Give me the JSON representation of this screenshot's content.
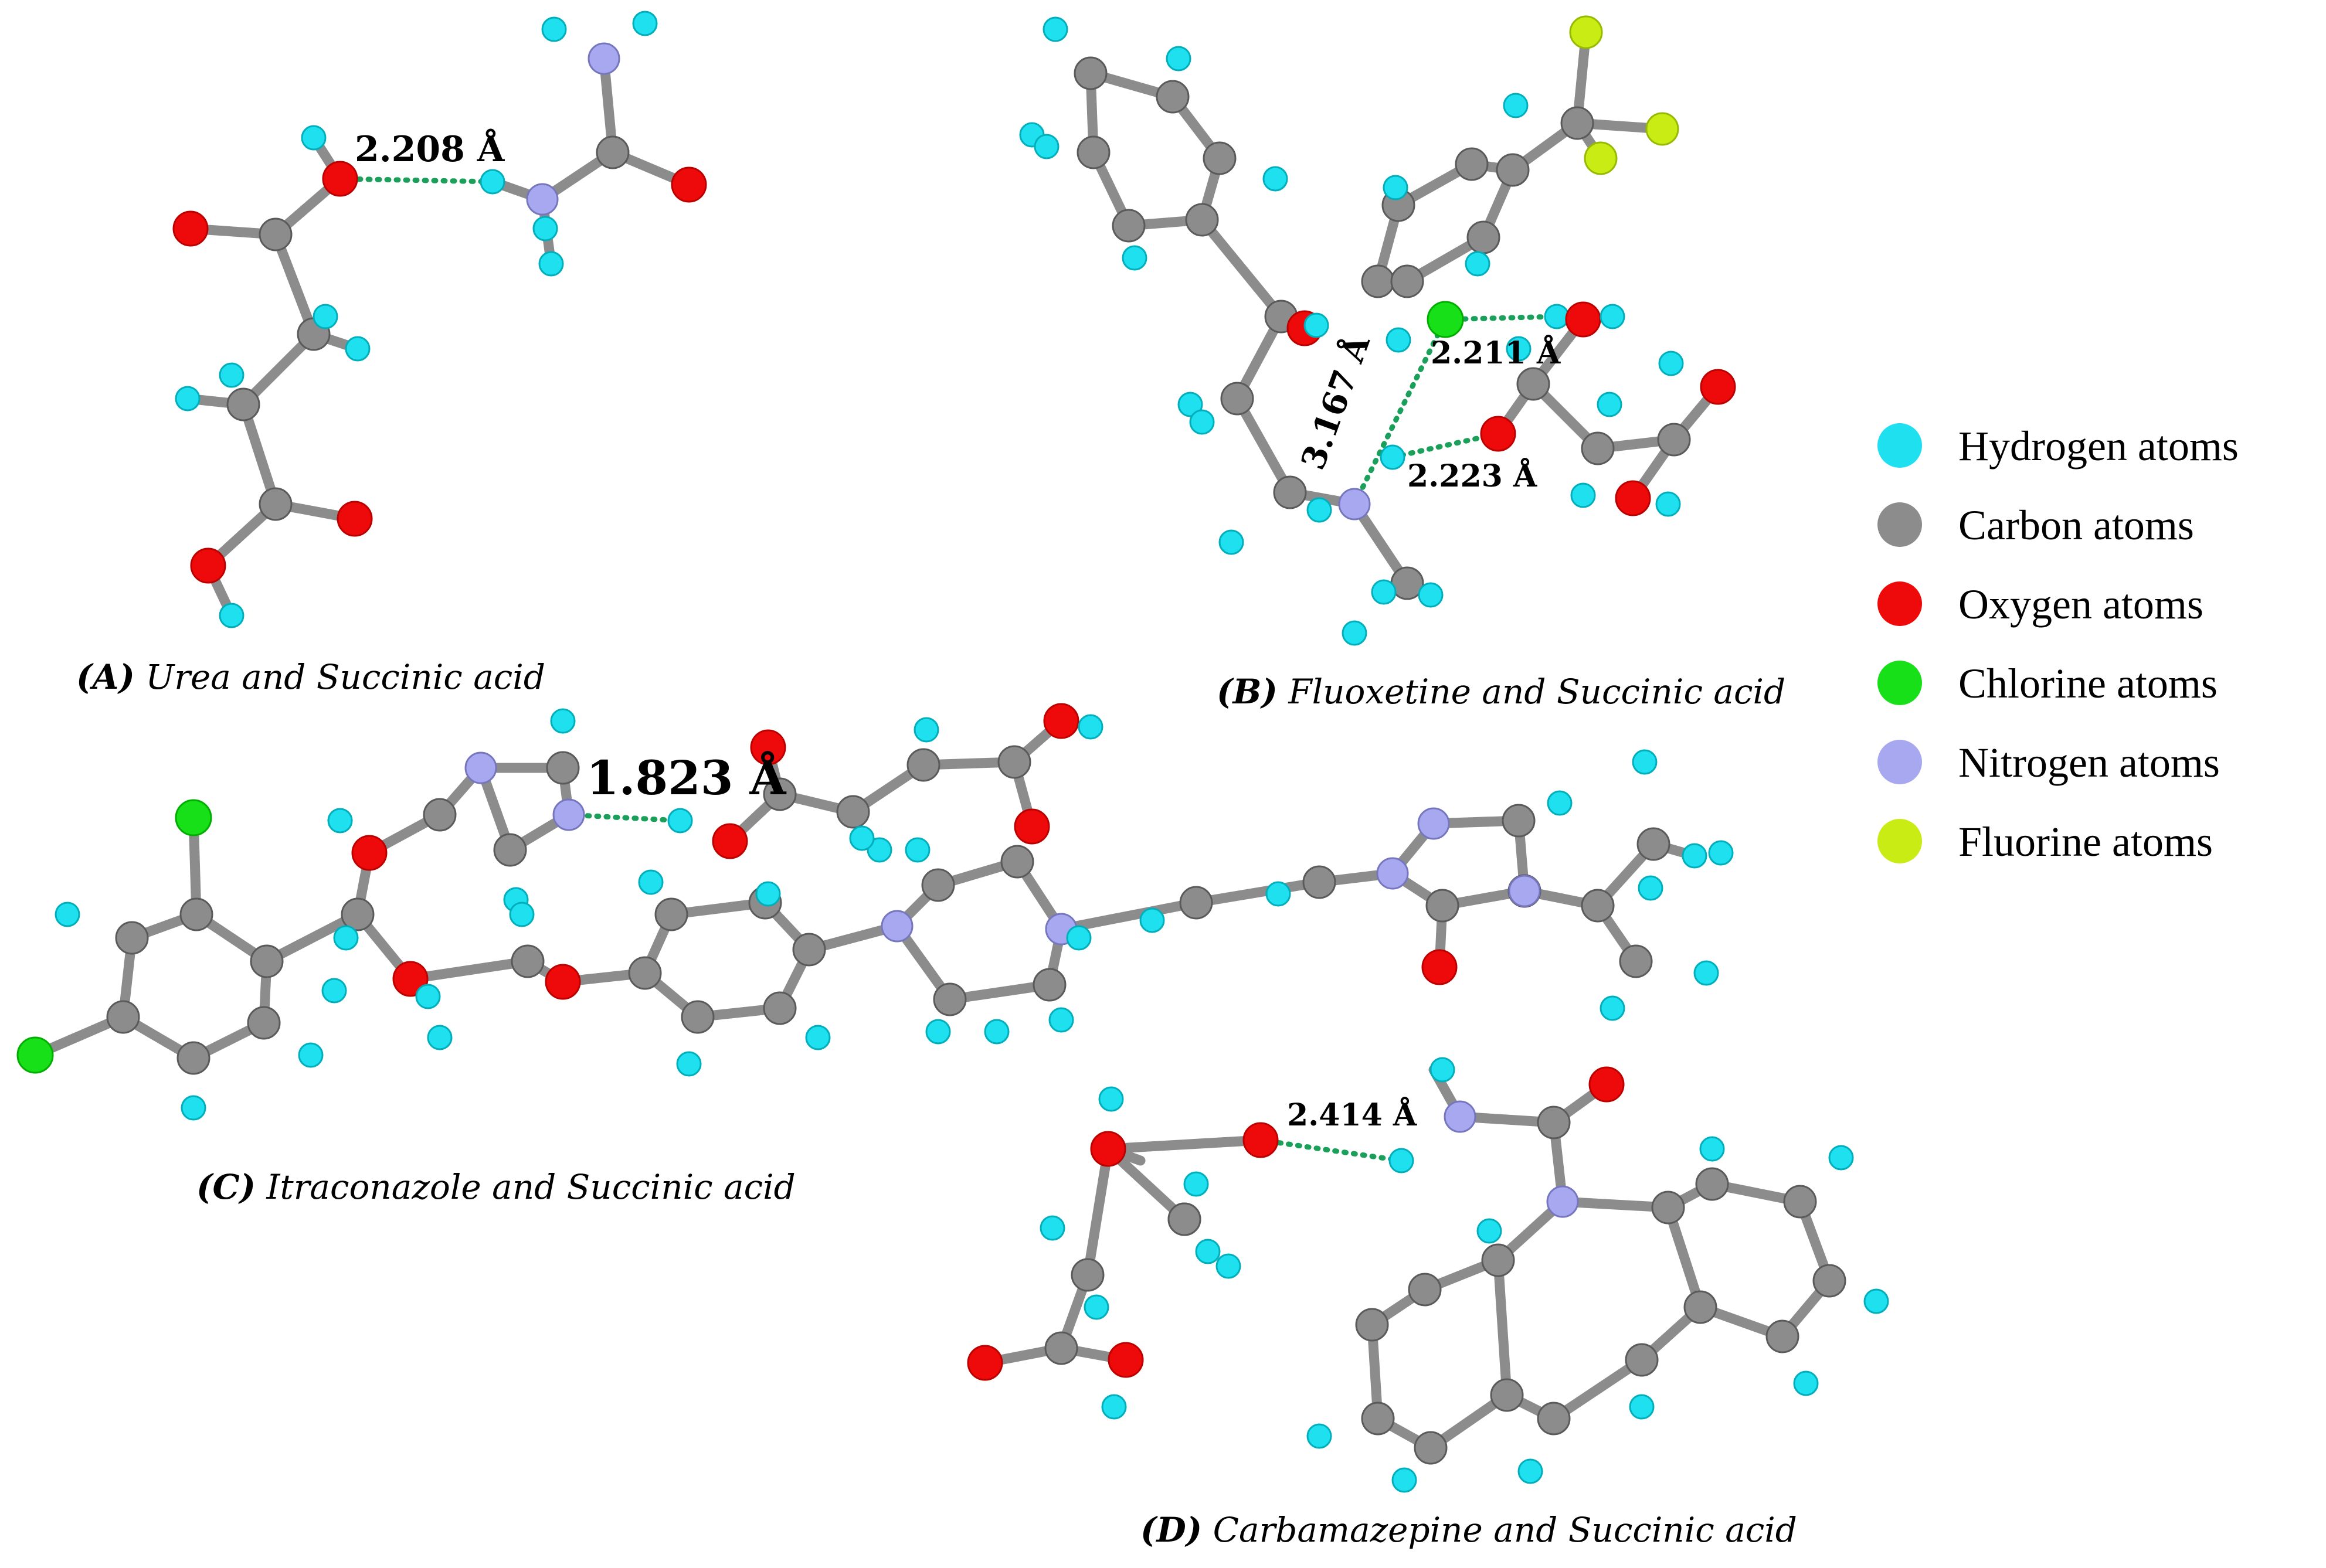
{
  "colors": {
    "hydrogen": "#1ee0ee",
    "carbon": "#8c8c8c",
    "oxygen": "#ee0a0a",
    "chlorine": "#18e018",
    "nitrogen": "#a8a8f0",
    "fluorine": "#c8ec14",
    "hbond": "#1aa05a"
  },
  "legend": [
    {
      "element": "H",
      "label": "Hydrogen atoms",
      "color": "#1ee0ee"
    },
    {
      "element": "C",
      "label": "Carbon atoms",
      "color": "#8c8c8c"
    },
    {
      "element": "O",
      "label": "Oxygen atoms",
      "color": "#ee0a0a"
    },
    {
      "element": "Cl",
      "label": "Chlorine atoms",
      "color": "#18e018"
    },
    {
      "element": "N",
      "label": "Nitrogen atoms",
      "color": "#a8a8f0"
    },
    {
      "element": "F",
      "label": "Fluorine atoms",
      "color": "#c8ec14"
    }
  ],
  "panels": {
    "A": {
      "tag": "(A)",
      "title": "Urea and Succinic acid",
      "distance": "2.208 Å"
    },
    "B": {
      "tag": "(B)",
      "title": "Fluoxetine and Succinic acid",
      "distances": [
        "2.211 Å",
        "3.167 Å",
        "2.223 Å"
      ]
    },
    "C": {
      "tag": "(C)",
      "title": "Itraconazole and Succinic acid",
      "distance": "1.823 Å"
    },
    "D": {
      "tag": "(D)",
      "title": "Carbamazepine and Succinic acid",
      "distance": "2.414 Å"
    }
  }
}
